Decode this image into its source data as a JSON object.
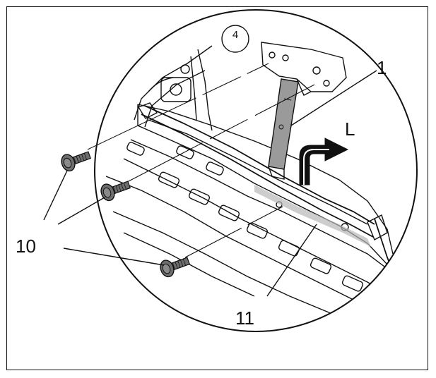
{
  "diagram": {
    "view_marker": "4",
    "callouts": {
      "part_1": "1",
      "fasteners": "10",
      "part_11": "11",
      "direction": "L"
    },
    "colors": {
      "ink": "#111111",
      "background": "#ffffff",
      "part_grey": "#9a9a9a",
      "fastener_grey": "#6e6e6e"
    },
    "icons": [
      "bolt-icon",
      "direction-arrow-icon"
    ]
  }
}
